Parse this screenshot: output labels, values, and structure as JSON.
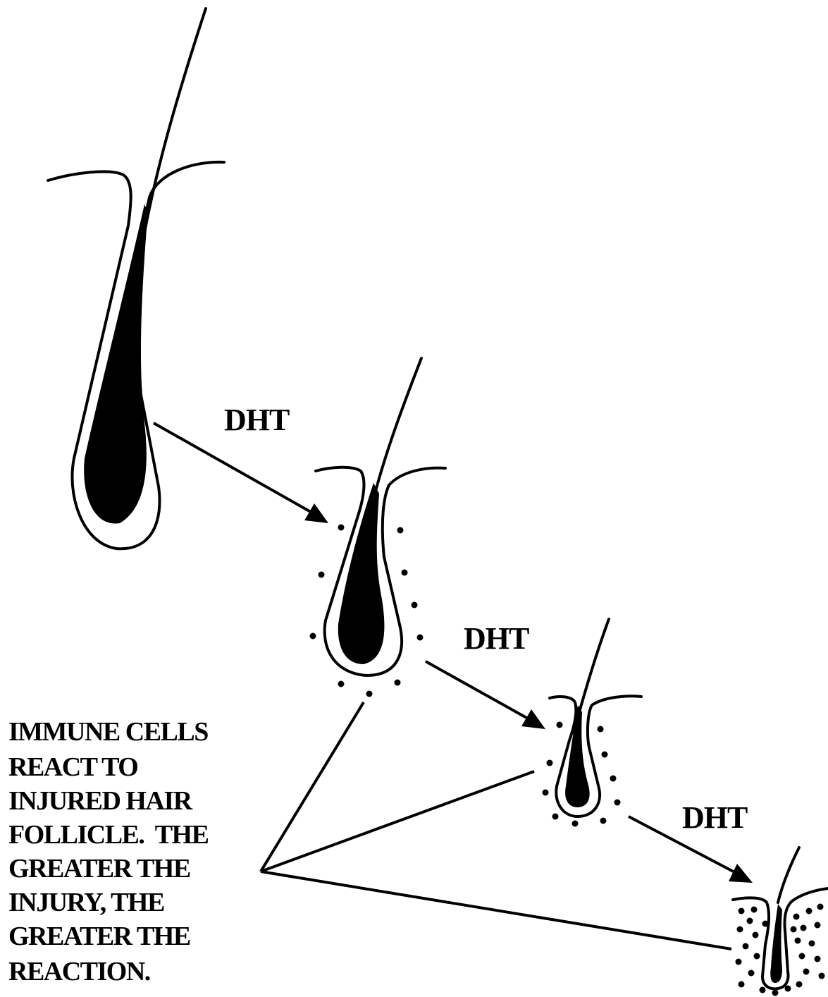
{
  "colors": {
    "ink": "#000000",
    "background": "#ffffff"
  },
  "labels": {
    "dht_1": "DHT",
    "dht_2": "DHT",
    "dht_3": "DHT"
  },
  "caption": {
    "lines": [
      "IMMUNE CELLS",
      "REACT TO",
      "INJURED HAIR",
      "FOLLICLE.  THE",
      "GREATER THE",
      "INJURY, THE",
      "GREATER THE",
      "REACTION."
    ]
  },
  "stages": [
    {
      "name": "healthy follicle",
      "immune_cells": "none"
    },
    {
      "name": "injured follicle",
      "immune_cells": "few"
    },
    {
      "name": "more injured follicle",
      "immune_cells": "more"
    },
    {
      "name": "miniaturized follicle",
      "immune_cells": "many"
    }
  ]
}
